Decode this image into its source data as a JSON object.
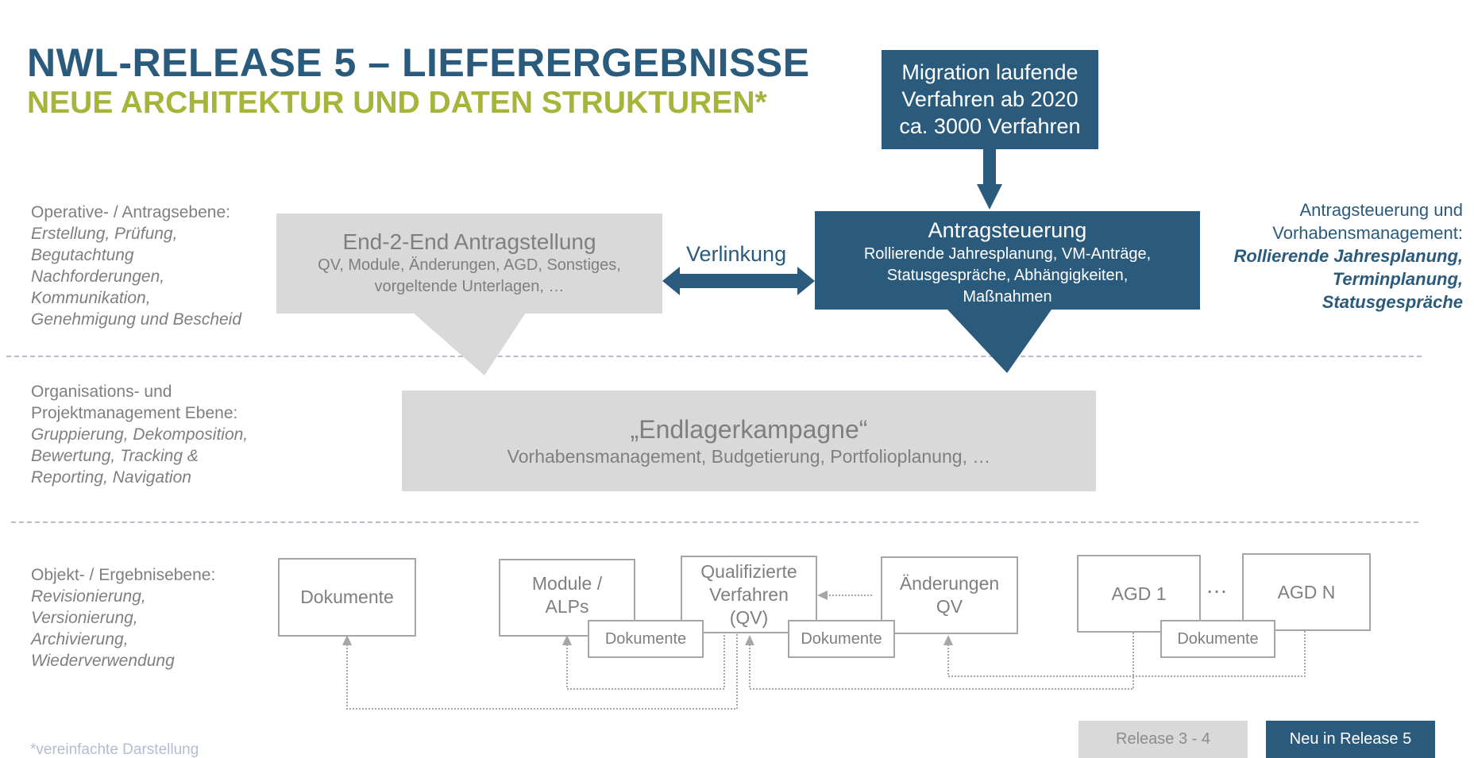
{
  "header": {
    "title": "NWL-RELEASE 5 – LIEFERERGEBNISSE",
    "subtitle": "NEUE ARCHITEKTUR UND DATEN STRUKTUREN*"
  },
  "colors": {
    "primary_dark_blue": "#2b5b7c",
    "accent_green": "#a6b43a",
    "gray_box": "#d9d9d9",
    "gray_text": "#7f7f7f",
    "border_gray": "#a6a6a6",
    "footnote": "#b4bccf"
  },
  "levels": [
    {
      "heading": "Operative- / Antragsebene:",
      "items": [
        "Erstellung, Prüfung,",
        "Begutachtung",
        "Nachforderungen,",
        "Kommunikation,",
        "Genehmigung und Bescheid"
      ]
    },
    {
      "heading_lines": [
        "Organisations- und",
        "Projektmanagement Ebene:"
      ],
      "items": [
        "Gruppierung, Dekomposition,",
        "Bewertung, Tracking &",
        "Reporting, Navigation"
      ]
    },
    {
      "heading": "Objekt- / Ergebnisebene:",
      "items": [
        "Revisionierung,",
        "Versionierung,",
        "Archivierung,",
        "Wiederverwendung"
      ]
    }
  ],
  "migration": {
    "lines": [
      "Migration laufende",
      "Verfahren ab 2020",
      "ca. 3000 Verfahren"
    ]
  },
  "e2e": {
    "title": "End-2-End Antragstellung",
    "lines": [
      "QV, Module, Änderungen, AGD, Sonstiges,",
      "vorgeltende Unterlagen, …"
    ]
  },
  "link_label": "Verlinkung",
  "antragsteuerung": {
    "title": "Antragsteuerung",
    "lines": [
      "Rollierende Jahresplanung, VM-Anträge,",
      "Statusgespräche, Abhängigkeiten,",
      "Maßnahmen"
    ]
  },
  "right_note": {
    "lines": [
      "Antragsteuerung und",
      "Vorhabensmanagement:"
    ],
    "bold_lines": [
      "Rollierende Jahresplanung,",
      "Terminplanung,",
      "Statusgespräche"
    ]
  },
  "campaign": {
    "title": "„Endlagerkampagne“",
    "subtitle": "Vorhabensmanagement, Budgetierung, Portfolioplanung, …"
  },
  "objects": {
    "dokumente": "Dokumente",
    "module": [
      "Module /",
      "ALPs"
    ],
    "qv": [
      "Qualifizierte",
      "Verfahren",
      "(QV)"
    ],
    "aenderungen": [
      "Änderungen",
      "QV"
    ],
    "agd1": "AGD 1",
    "ellipsis": "…",
    "agdn": "AGD N",
    "sub_dokumente": "Dokumente"
  },
  "legend": {
    "old": "Release 3 - 4",
    "new": "Neu in Release 5"
  },
  "footnote": "*vereinfachte Darstellung"
}
